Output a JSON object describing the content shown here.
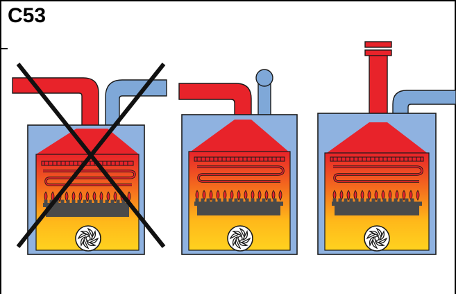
{
  "figure": {
    "code": "C53"
  },
  "colors": {
    "flue_red": "#e8232a",
    "air_blue": "#7fa8d8",
    "casing_blue": "#8fb2e0",
    "heat_yellow": "#ffd21f",
    "burner_dark": "#4a4a4a",
    "outline": "#1a1a1a",
    "cross": "#111111"
  },
  "panels": [
    {
      "configuration": "separate-horizontal-flue-and-air-pipes-adjacent",
      "crossed_out": true
    },
    {
      "configuration": "horizontal-flue-with-vertical-air-inlet",
      "crossed_out": false
    },
    {
      "configuration": "vertical-flue-with-terminal-and-horizontal-air-inlet",
      "crossed_out": false
    }
  ]
}
